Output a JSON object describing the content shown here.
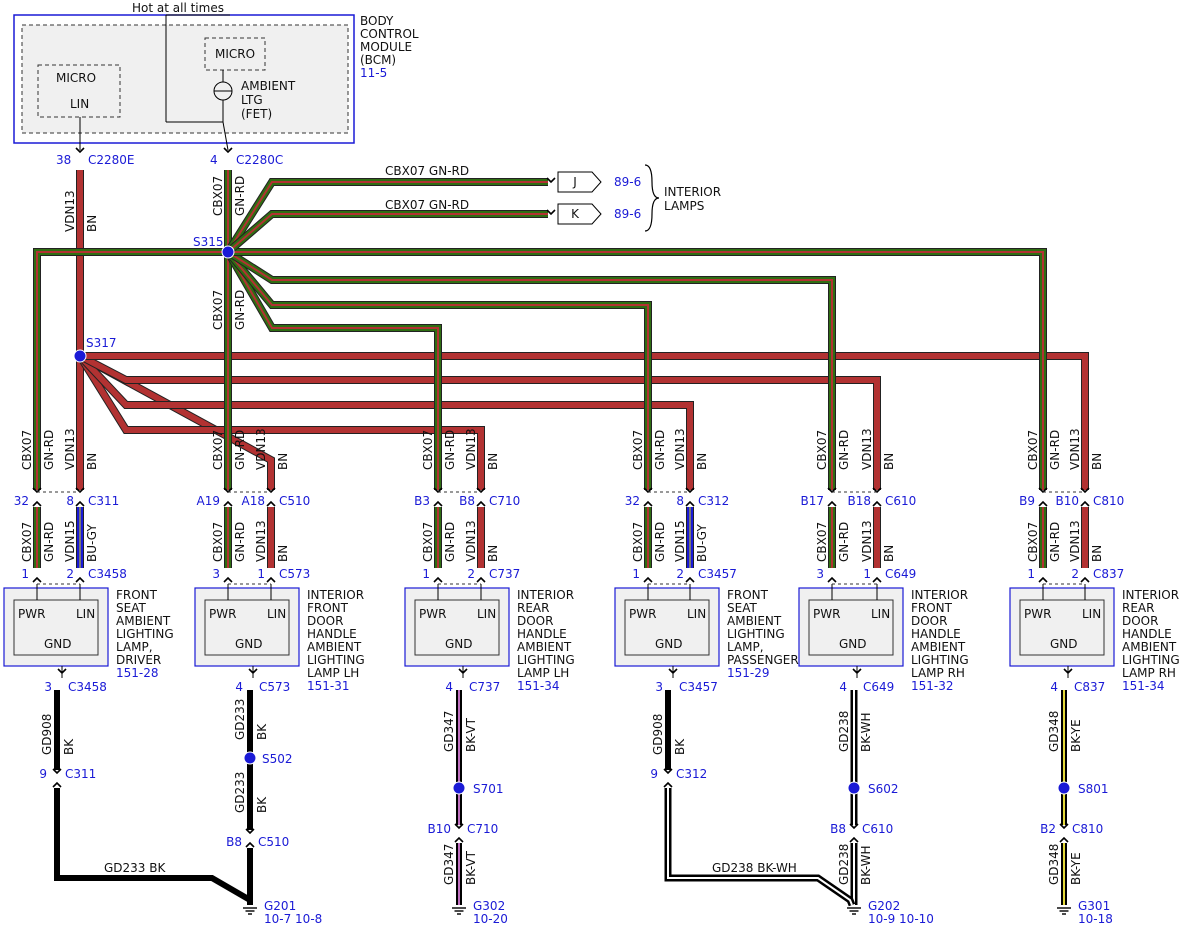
{
  "header": {
    "hot_label": "Hot at all times"
  },
  "bcm": {
    "title_lines": [
      "BODY",
      "CONTROL",
      "MODULE",
      "(BCM)"
    ],
    "ref": "11-5",
    "micro_left": "MICRO",
    "lin": "LIN",
    "micro_right": "MICRO",
    "fet_lines": [
      "AMBIENT",
      "LTG",
      "(FET)"
    ]
  },
  "pins": {
    "bcm_lin_pin": "38",
    "bcm_lin_conn": "C2280E",
    "bcm_pwr_pin": "4",
    "bcm_pwr_conn": "C2280C"
  },
  "circuits": {
    "cbx07": "CBX07",
    "gnrd": "GN-RD",
    "vdn13": "VDN13",
    "bn": "BN",
    "vdn15": "VDN15",
    "bugy": "BU-GY",
    "cbx07_gnrd": "CBX07 GN-RD"
  },
  "splices": {
    "s315": "S315",
    "s317": "S317"
  },
  "interior_lamps": {
    "j": "J",
    "k": "K",
    "j_ref": "89-6",
    "k_ref": "89-6",
    "label_lines": [
      "INTERIOR",
      "LAMPS"
    ]
  },
  "module_labels": {
    "pwr": "PWR",
    "lin": "LIN",
    "gnd": "GND"
  },
  "modules": [
    {
      "top_pwr_pin": "32",
      "top_lin_pin": "8",
      "top_conn": "C311",
      "lower_lin_circuit": "VDN15",
      "lower_lin_color": "BU-GY",
      "mod_pwr_pin": "1",
      "mod_lin_pin": "2",
      "mod_conn": "C3458",
      "name_lines": [
        "FRONT",
        "SEAT",
        "AMBIENT",
        "LIGHTING",
        "LAMP,",
        "DRIVER"
      ],
      "ref": "151-28",
      "gnd_pin": "3",
      "gnd_conn": "C3458",
      "gnd_circuit": "GD908",
      "gnd_color": "BK",
      "mid": "9",
      "mid_conn": "C311",
      "run_label": "GD233   BK",
      "ground": "G201",
      "ground_refs": "10-7   10-8"
    },
    {
      "top_pwr_pin": "A19",
      "top_lin_pin": "A18",
      "top_conn": "C510",
      "lower_lin_circuit": "VDN13",
      "lower_lin_color": "BN",
      "mod_pwr_pin": "3",
      "mod_lin_pin": "1",
      "mod_conn": "C573",
      "name_lines": [
        "INTERIOR",
        "FRONT",
        "DOOR",
        "HANDLE",
        "AMBIENT",
        "LIGHTING",
        "LAMP LH"
      ],
      "ref": "151-31",
      "gnd_pin": "4",
      "gnd_conn": "C573",
      "gnd_circuit": "GD233",
      "gnd_color": "BK",
      "splice": "S502",
      "lower_circuit": "GD233",
      "lower_color": "BK",
      "lower_pin": "B8",
      "lower_conn": "C510",
      "ground": "G201",
      "ground_refs": "10-7   10-8"
    },
    {
      "top_pwr_pin": "B3",
      "top_lin_pin": "B8",
      "top_conn": "C710",
      "lower_lin_circuit": "VDN13",
      "lower_lin_color": "BN",
      "mod_pwr_pin": "1",
      "mod_lin_pin": "2",
      "mod_conn": "C737",
      "name_lines": [
        "INTERIOR",
        "REAR",
        "DOOR",
        "HANDLE",
        "AMBIENT",
        "LIGHTING",
        "LAMP LH"
      ],
      "ref": "151-34",
      "gnd_pin": "4",
      "gnd_conn": "C737",
      "gnd_circuit": "GD347",
      "gnd_color": "BK-VT",
      "splice": "S701",
      "lower_circuit": "GD347",
      "lower_color": "BK-VT",
      "lower_pin": "B10",
      "lower_conn": "C710",
      "ground": "G302",
      "ground_refs": "10-20"
    },
    {
      "top_pwr_pin": "32",
      "top_lin_pin": "8",
      "top_conn": "C312",
      "lower_lin_circuit": "VDN15",
      "lower_lin_color": "BU-GY",
      "mod_pwr_pin": "1",
      "mod_lin_pin": "2",
      "mod_conn": "C3457",
      "name_lines": [
        "FRONT",
        "SEAT",
        "AMBIENT",
        "LIGHTING",
        "LAMP,",
        "PASSENGER"
      ],
      "ref": "151-29",
      "gnd_pin": "3",
      "gnd_conn": "C3457",
      "gnd_circuit": "GD908",
      "gnd_color": "BK",
      "mid": "9",
      "mid_conn": "C312",
      "run_label": "GD238   BK-WH",
      "ground": "G202",
      "ground_refs": "10-9   10-10"
    },
    {
      "top_pwr_pin": "B17",
      "top_lin_pin": "B18",
      "top_conn": "C610",
      "lower_lin_circuit": "VDN13",
      "lower_lin_color": "BN",
      "mod_pwr_pin": "3",
      "mod_lin_pin": "1",
      "mod_conn": "C649",
      "name_lines": [
        "INTERIOR",
        "FRONT",
        "DOOR",
        "HANDLE",
        "AMBIENT",
        "LIGHTING",
        "LAMP RH"
      ],
      "ref": "151-32",
      "gnd_pin": "4",
      "gnd_conn": "C649",
      "gnd_circuit": "GD238",
      "gnd_color": "BK-WH",
      "splice": "S602",
      "lower_circuit": "GD238",
      "lower_color": "BK-WH",
      "lower_pin": "B8",
      "lower_conn": "C610",
      "ground": "G202",
      "ground_refs": "10-9   10-10"
    },
    {
      "top_pwr_pin": "B9",
      "top_lin_pin": "B10",
      "top_conn": "C810",
      "lower_lin_circuit": "VDN13",
      "lower_lin_color": "BN",
      "mod_pwr_pin": "1",
      "mod_lin_pin": "2",
      "mod_conn": "C837",
      "name_lines": [
        "INTERIOR",
        "REAR",
        "DOOR",
        "HANDLE",
        "AMBIENT",
        "LIGHTING",
        "LAMP RH"
      ],
      "ref": "151-34",
      "gnd_pin": "4",
      "gnd_conn": "C837",
      "gnd_circuit": "GD348",
      "gnd_color": "BK-YE",
      "splice": "S801",
      "lower_circuit": "GD348",
      "lower_color": "BK-YE",
      "lower_pin": "B2",
      "lower_conn": "C810",
      "ground": "G301",
      "ground_refs": "10-18"
    }
  ],
  "colors": {
    "green": "#2f6e12",
    "red": "#b23232",
    "blue": "#1a1ad6",
    "outline": "#222222",
    "violet": "#c070c0",
    "yellow": "#e2d83a",
    "box_fill": "#f0f0f0"
  }
}
